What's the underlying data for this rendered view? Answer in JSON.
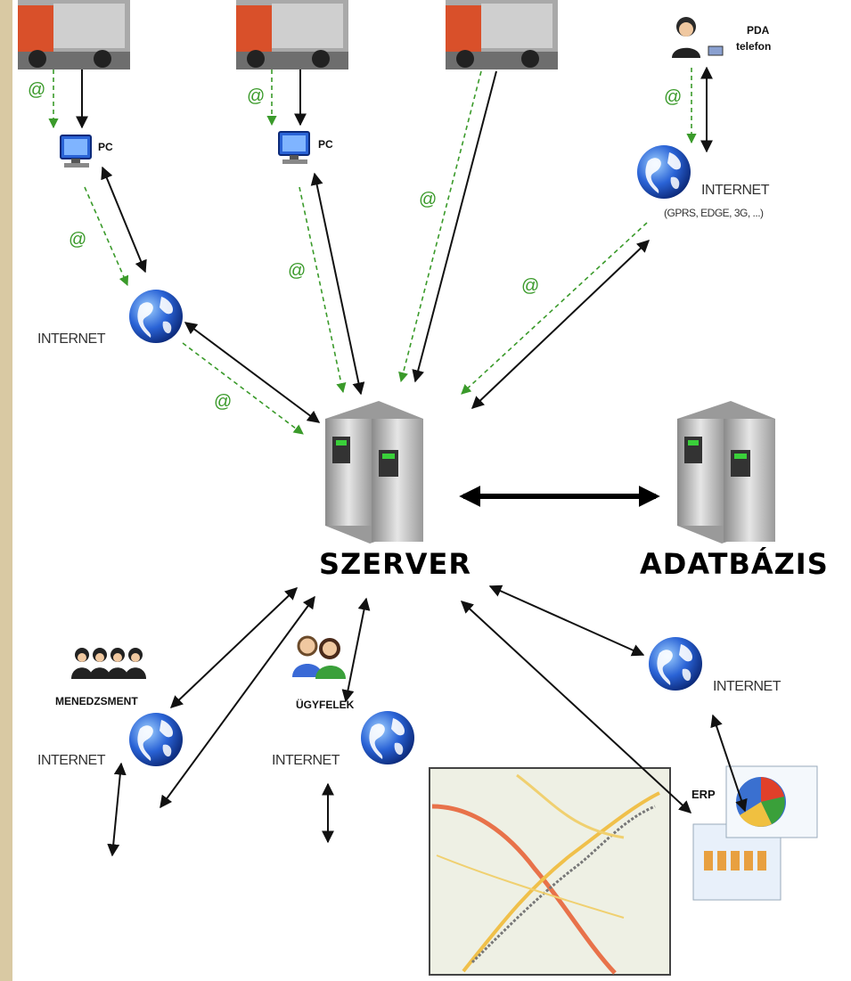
{
  "labels": {
    "pc1": "PC",
    "pc2": "PC",
    "pda": "PDA",
    "telefon": "telefon",
    "internet_left": "INTERNET",
    "internet_topright": "INTERNET",
    "internet_topright_sub": "(GPRS, EDGE, 3G, ...)",
    "internet_bottom_left": "INTERNET",
    "internet_bottom_mid": "INTERNET",
    "internet_bottom_right": "INTERNET",
    "szerver": "SZERVER",
    "adatbazis": "ADATBÁZIS",
    "menedzsment": "MENEDZSMENT",
    "ugyfelek": "ÜGYFELEK",
    "erp": "ERP"
  },
  "at_symbol": "@",
  "colors": {
    "background": "#d9c9a3",
    "arrow_solid": "#111111",
    "arrow_dashed": "#3a9a2a",
    "globe": "#1a4fc4",
    "truck": "#d9502a"
  }
}
